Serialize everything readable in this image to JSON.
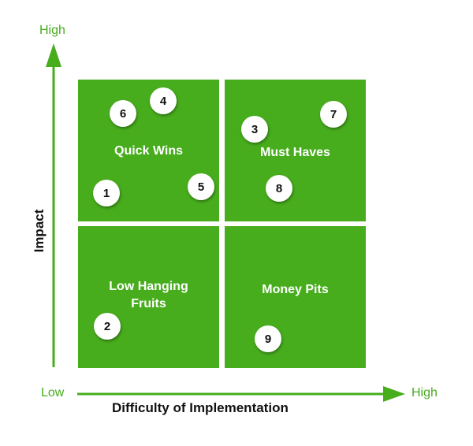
{
  "colors": {
    "accent": "#47ad1d",
    "marker_bg": "#ffffff",
    "marker_text": "#111111"
  },
  "y_axis": {
    "title": "Impact",
    "high_label": "High"
  },
  "x_axis": {
    "title": "Difficulty of Implementation",
    "low_label": "Low",
    "high_label": "High"
  },
  "quadrants": {
    "quick_wins": {
      "label": "Quick Wins"
    },
    "must_haves": {
      "label": "Must Haves"
    },
    "low_hanging": {
      "label": "Low Hanging\nFruits"
    },
    "money_pits": {
      "label": "Money Pits"
    }
  },
  "items": [
    {
      "id": "1",
      "quadrant": "Quick Wins"
    },
    {
      "id": "2",
      "quadrant": "Low Hanging Fruits"
    },
    {
      "id": "3",
      "quadrant": "Must Haves"
    },
    {
      "id": "4",
      "quadrant": "Quick Wins"
    },
    {
      "id": "5",
      "quadrant": "Quick Wins"
    },
    {
      "id": "6",
      "quadrant": "Quick Wins"
    },
    {
      "id": "7",
      "quadrant": "Must Haves"
    },
    {
      "id": "8",
      "quadrant": "Must Haves"
    },
    {
      "id": "9",
      "quadrant": "Money Pits"
    }
  ]
}
